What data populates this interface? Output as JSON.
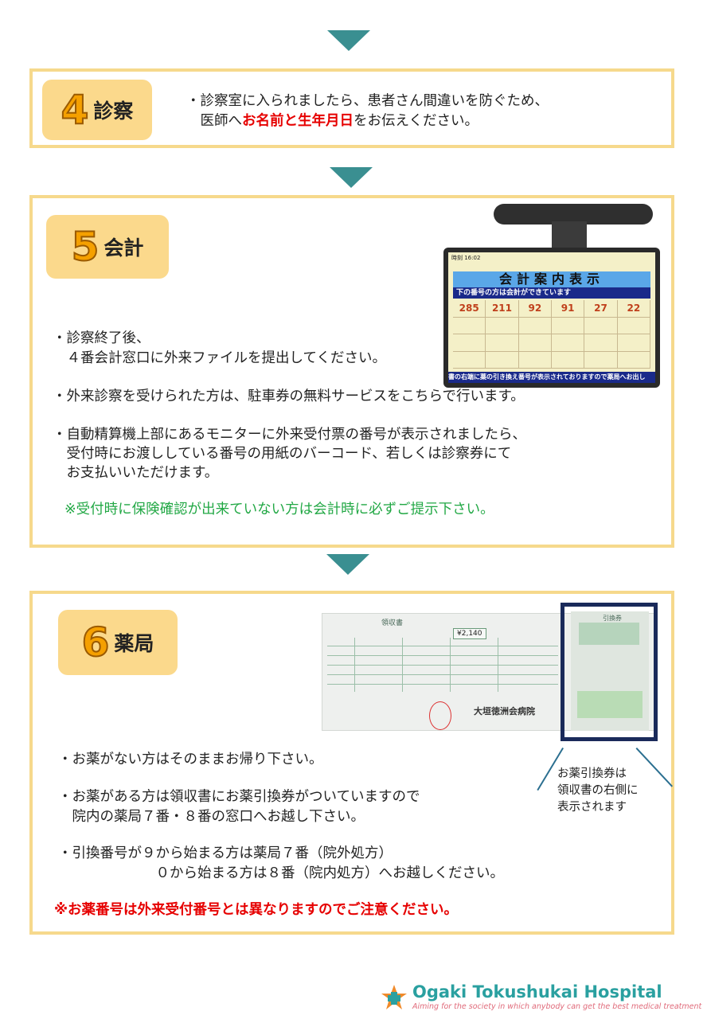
{
  "step4": {
    "number": "4",
    "title": "診察",
    "line1": "・診察室に入られましたら、患者さん間違いを防ぐため、",
    "line2_pre": "　医師へ",
    "line2_em": "お名前と生年月日",
    "line2_post": "をお伝えください。"
  },
  "step5": {
    "number": "5",
    "title": "会計",
    "lines": [
      "・診察終了後、",
      "　４番会計窓口に外来ファイルを提出してください。",
      "・外来診察を受けられた方は、駐車券の無料サービスをこちらで行います。",
      "・自動精算機上部にあるモニターに外来受付票の番号が表示されましたら、",
      "　受付時にお渡ししている番号の用紙のバーコード、若しくは診察券にて",
      "　お支払いいただけます。"
    ],
    "note": "※受付時に保険確認が出来ていない方は会計時に必ずご提示下さい。",
    "monitor": {
      "time": "時刻 16:02",
      "header": "会計案内表示",
      "sub": "下の番号の方は会計ができています",
      "numbers": [
        "285",
        "211",
        "92",
        "91",
        "27",
        "22"
      ],
      "footer": "書の右端に薬の引き換え番号が表示されておりますので薬局へお出し"
    }
  },
  "step6": {
    "number": "6",
    "title": "薬局",
    "lines": [
      "・お薬がない方はそのままお帰り下さい。",
      "・お薬がある方は領収書にお薬引換券がついていますので",
      "　院内の薬局７番・８番の窓口へお越し下さい。",
      "・引換番号が９から始まる方は薬局７番（院外処方）",
      "　　　　　　　０から始まる方は８番（院内処方）へお越しください。"
    ],
    "warning": "※お薬番号は外来受付番号とは異なりますのでご注意ください。",
    "side_note": [
      "お薬引換券は",
      "領収書の右側に",
      "表示されます"
    ],
    "receipt": {
      "title": "領収書",
      "amount": "¥2,140",
      "hospital": "大垣徳洲会病院",
      "ticket_title": "引換券"
    }
  },
  "footer": {
    "name": "Ogaki Tokushukai Hospital",
    "tagline": "Aiming for the society in which anybody can get the best medical treatment"
  },
  "colors": {
    "accent": "#3a8f91",
    "border": "#f6d98c",
    "badge": "#fbd98c",
    "emphasis": "#e60000",
    "note_green": "#22a845"
  }
}
